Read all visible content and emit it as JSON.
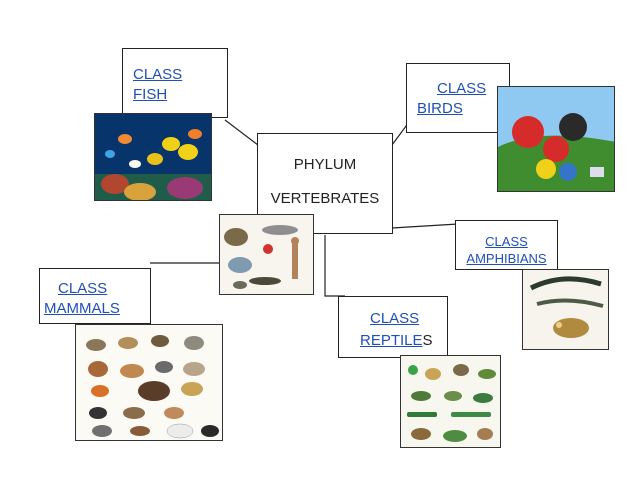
{
  "center": {
    "line1": "PHYLUM",
    "line2": "VERTEBRATES"
  },
  "fish": {
    "line1": "CLASS",
    "line2": "FISH"
  },
  "birds": {
    "line1": "CLASS",
    "line2": "BIRDS"
  },
  "amphibians": {
    "line1": "CLASS",
    "line2": "AMPHIBIANS"
  },
  "mammals": {
    "line1": "CLASS",
    "line2": "MAMMALS"
  },
  "reptiles": {
    "line1": "CLASS",
    "line2_link": "REPTILE",
    "line2_tail": "S"
  },
  "colors": {
    "link": "#1f4fb8",
    "border": "#222222"
  }
}
